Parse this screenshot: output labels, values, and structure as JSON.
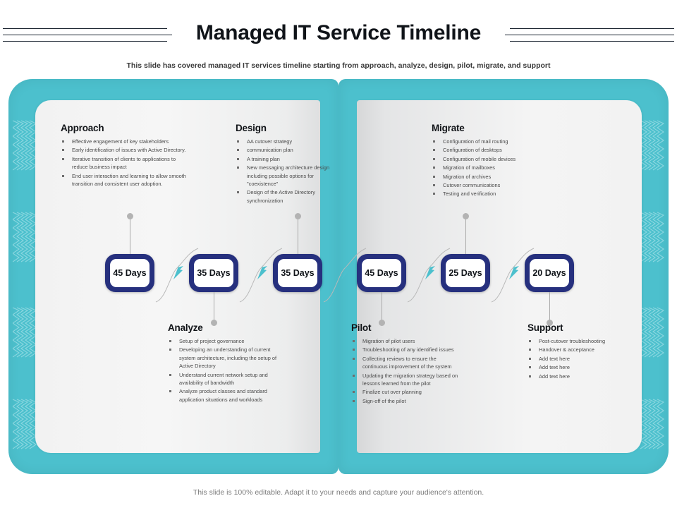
{
  "header": {
    "title": "Managed IT Service Timeline",
    "subtitle": "This slide has covered managed IT services timeline starting from approach, analyze, design, pilot, migrate, and support"
  },
  "footer": {
    "note": "This slide is 100% editable. Adapt it to your needs and capture your audience's attention."
  },
  "colors": {
    "teal_frame": "#4cc0cd",
    "badge_navy": "#26307e",
    "page_gray": "#f2f2f2",
    "arrow_teal": "#4cc0cd",
    "title_black": "#101419"
  },
  "timeline": {
    "badges": [
      {
        "label": "45 Days"
      },
      {
        "label": "35 Days"
      },
      {
        "label": "35 Days"
      },
      {
        "label": "45 Days"
      },
      {
        "label": "25 Days"
      },
      {
        "label": "20 Days"
      }
    ]
  },
  "sections": [
    {
      "key": "approach",
      "title": "Approach",
      "position": "top",
      "items": [
        "Effective engagement  of key stakeholders",
        "Early identification of issues with Active Directory.",
        "Iterative  transition of clients to applications to reduce business impact",
        "End user interaction  and learning to allow smooth transition and consistent user adoption."
      ]
    },
    {
      "key": "design",
      "title": "Design",
      "position": "top",
      "items": [
        "AA cutover strategy",
        " communication  plan",
        "A training plan",
        "New messaging architecture  design including possible options for \"coexistence\"",
        "Design  of the Active  Directory synchronization"
      ]
    },
    {
      "key": "migrate",
      "title": "Migrate",
      "position": "top",
      "items": [
        "Configuration of mail routing",
        "Configuration of desktops",
        "Configuration of mobile devices",
        "Migration  of mailboxes",
        "Migration  of archives",
        "Cutover  communications",
        "Testing and verification"
      ]
    },
    {
      "key": "analyze",
      "title": "Analyze",
      "position": "bottom",
      "items": [
        "Setup  of project governance",
        "Developing an understanding of current  system  architecture, including the setup  of Active Directory",
        "Understand current  network setup and availability  of bandwidth",
        "Analyze  product classes and standard  application situations and workloads"
      ]
    },
    {
      "key": "pilot",
      "title": "Pilot",
      "position": "bottom",
      "items": [
        "Migration  of pilot users",
        "Troubleshooting of any identified issues",
        "Collecting reviews to ensure the continuous improvement of the system",
        "Updating the migration  strategy based on lessons learned  from the pilot",
        "Finalize  cut over planning",
        "Sign-off of the pilot"
      ]
    },
    {
      "key": "support",
      "title": "Support",
      "position": "bottom",
      "items": [
        "Post-cutover troubleshooting",
        "Handover & acceptance",
        "Add text  here",
        "Add text  here",
        "Add text  here"
      ]
    }
  ]
}
